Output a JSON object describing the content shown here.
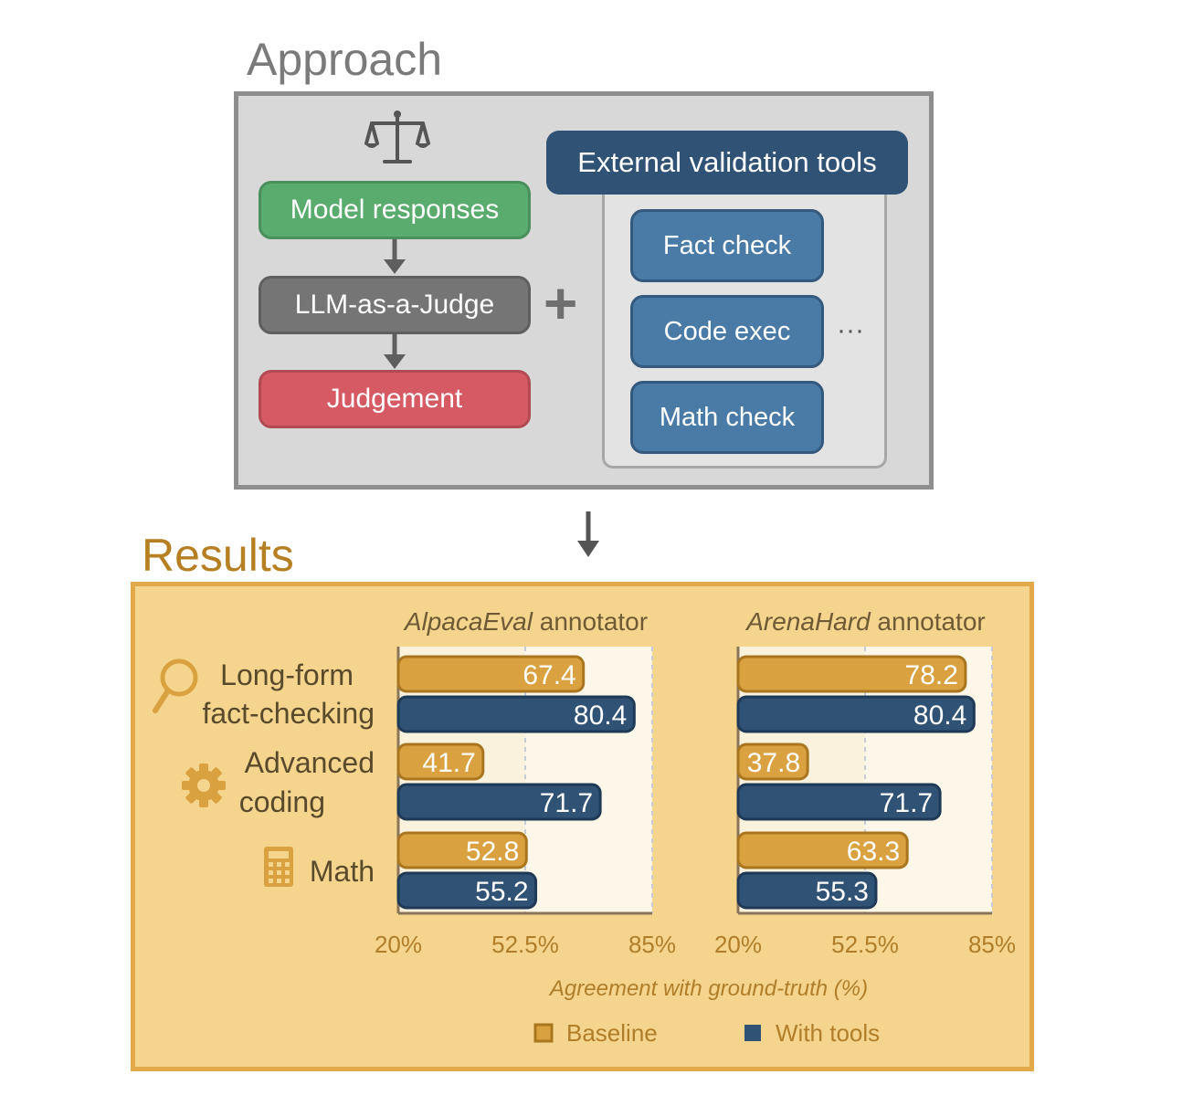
{
  "approach": {
    "title": "Approach",
    "flow": {
      "responses": "Model responses",
      "judge": "LLM-as-a-Judge",
      "judgement": "Judgement"
    },
    "plus": "+",
    "tools": {
      "header": "External validation tools",
      "items": [
        "Fact check",
        "Code exec",
        "Math check"
      ],
      "ellipsis": "···"
    }
  },
  "results": {
    "title": "Results",
    "categories": [
      {
        "line1": "Long-form",
        "line2": "fact-checking",
        "icon": "magnifier-icon"
      },
      {
        "line1": "Advanced",
        "line2": "coding",
        "icon": "gear-icon"
      },
      {
        "line1": "Math",
        "line2": "",
        "icon": "calculator-icon"
      }
    ]
  },
  "colors": {
    "baseline": "#d9a13f",
    "with_tools": "#2f5275",
    "results_bg": "#f5d48d",
    "results_border": "#e1a94a",
    "approach_bg": "#d8d8d8",
    "plot_bg": "#fbf2de"
  },
  "chart_data": [
    {
      "type": "bar",
      "orientation": "horizontal",
      "title_italic": "AlpacaEval",
      "title_rest": " annotator",
      "categories": [
        "Long-form fact-checking",
        "Advanced coding",
        "Math"
      ],
      "series": [
        {
          "name": "Baseline",
          "values": [
            67.4,
            41.7,
            52.8
          ]
        },
        {
          "name": "With tools",
          "values": [
            80.4,
            71.7,
            55.2
          ]
        }
      ],
      "xlim": [
        20,
        85
      ],
      "xticks": [
        "20%",
        "52.5%",
        "85%"
      ],
      "xlabel": "Agreement with ground-truth (%)",
      "grid": true
    },
    {
      "type": "bar",
      "orientation": "horizontal",
      "title_italic": "ArenaHard",
      "title_rest": " annotator",
      "categories": [
        "Long-form fact-checking",
        "Advanced coding",
        "Math"
      ],
      "series": [
        {
          "name": "Baseline",
          "values": [
            78.2,
            37.8,
            63.3
          ]
        },
        {
          "name": "With tools",
          "values": [
            80.4,
            71.7,
            55.3
          ]
        }
      ],
      "xlim": [
        20,
        85
      ],
      "xticks": [
        "20%",
        "52.5%",
        "85%"
      ],
      "xlabel": "Agreement with ground-truth (%)",
      "grid": true
    }
  ],
  "legend": {
    "baseline": "Baseline",
    "with_tools": "With tools",
    "placement": "bottom"
  }
}
